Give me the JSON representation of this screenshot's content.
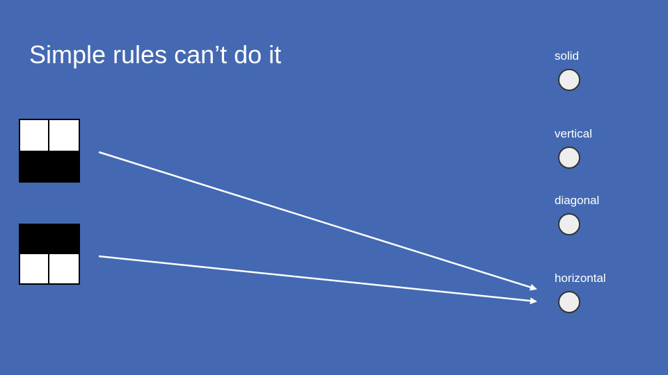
{
  "title": "Simple rules can’t do it",
  "labels": {
    "solid": "solid",
    "vertical": "vertical",
    "diagonal": "diagonal",
    "horizontal": "horizontal"
  },
  "patterns": [
    {
      "cells": [
        "white",
        "white",
        "black",
        "black"
      ]
    },
    {
      "cells": [
        "black",
        "black",
        "white",
        "white"
      ]
    }
  ],
  "arrows": [
    {
      "from": "pattern-1",
      "to": "horizontal"
    },
    {
      "from": "pattern-2",
      "to": "horizontal"
    }
  ],
  "colors": {
    "background": "#4469b2",
    "text": "#ffffff",
    "node_fill": "#eeeeee",
    "node_border": "#333333",
    "arrow": "#ffffff"
  }
}
